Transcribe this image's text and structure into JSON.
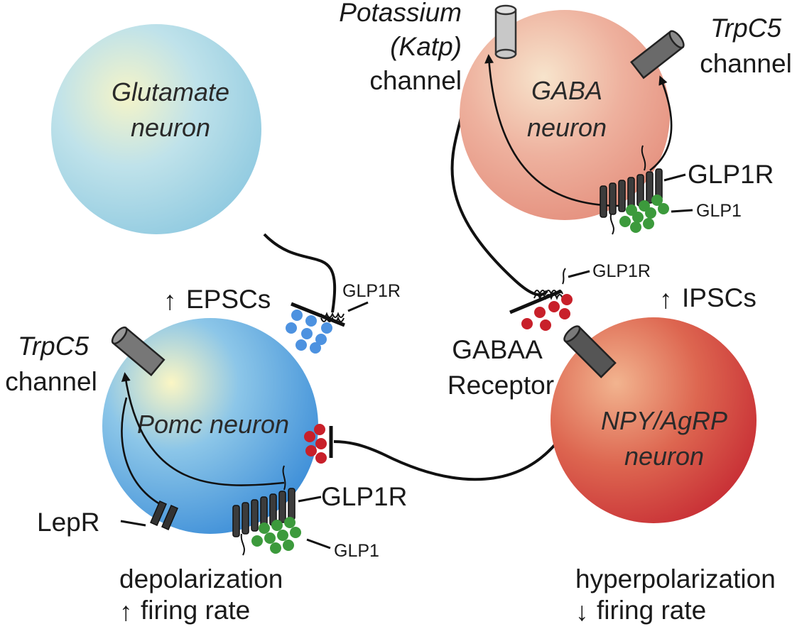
{
  "colors": {
    "glutamate": "#9fd3e6",
    "pomc": "#5aa8de",
    "gaba": "#e9a08c",
    "npy": "#cf3a3c",
    "glp1_dots": "#3c9a3c",
    "glutamate_vesicles": "#4d92e0",
    "gaba_vesicles": "#c8202a",
    "channel_light": "#c8c8c8",
    "channel_dark": "#555555",
    "receptor": "#3c3c3c"
  },
  "neurons": {
    "glutamate": {
      "line1": "Glutamate",
      "line2": "neuron"
    },
    "gaba": {
      "line1": "GABA",
      "line2": "neuron"
    },
    "pomc": {
      "line1": "Pomc neuron"
    },
    "npy": {
      "line1": "NPY/AgRP",
      "line2": "neuron"
    }
  },
  "labels": {
    "potassium_1": "Potassium",
    "potassium_2": "(Katp)",
    "potassium_3": "channel",
    "trpc5_gaba_1": "TrpC5",
    "trpc5_gaba_2": "channel",
    "glp1r_gaba": "GLP1R",
    "glp1_gaba": "GLP1",
    "glp1r_gaba_terminal": "GLP1R",
    "ipscs": "IPSCs",
    "epscs": "EPSCs",
    "glp1r_glut_terminal": "GLP1R",
    "trpc5_pomc_1": "TrpC5",
    "trpc5_pomc_2": "channel",
    "gabaa_1": "GABAA",
    "gabaa_2": "Receptor",
    "glp1r_pomc": "GLP1R",
    "glp1_pomc": "GLP1",
    "lepr": "LepR",
    "depol_1": "depolarization",
    "depol_2": "firing rate",
    "hyper_1": "hyperpolarization",
    "hyper_2": "firing rate"
  }
}
